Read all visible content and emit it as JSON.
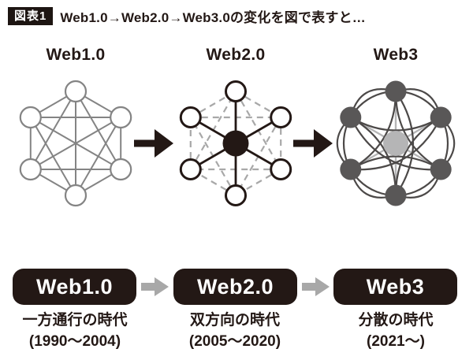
{
  "header": {
    "badge": "図表1",
    "title": "Web1.0→Web2.0→Web3.0の変化を図で表すと…"
  },
  "diagrams": [
    {
      "label": "Web1.0",
      "style": "full-mesh-gray-nodes"
    },
    {
      "label": "Web2.0",
      "style": "central-black-hub-dashed-ring"
    },
    {
      "label": "Web3",
      "style": "sphere-dark-nodes-light-center"
    }
  ],
  "transition_arrows": {
    "count": 2,
    "direction": "right",
    "color": "#231815"
  },
  "timeline": [
    {
      "pill": "Web1.0",
      "era": "一方通行の時代",
      "years": "(1990〜2004)"
    },
    {
      "pill": "Web2.0",
      "era": "双方向の時代",
      "years": "(2005〜2020)"
    },
    {
      "pill": "Web3",
      "era": "分散の時代",
      "years": "(2021〜)"
    }
  ],
  "timeline_arrows": {
    "count": 2,
    "direction": "right",
    "color": "#a8a8a8"
  },
  "colors": {
    "background": "#ffffff",
    "ink": "#231815",
    "badge_bg": "#1d1512",
    "badge_text": "#ffffff",
    "web1_gray": "#848484",
    "web2_dashed_gray": "#a8a8a8",
    "web3_node_dark": "#595757",
    "web3_arc": "#4c4948",
    "web3_light": "#b5b5b6",
    "pill_bg": "#231815",
    "pill_text": "#ffffff",
    "timeline_arrow_gray": "#a8a8a8"
  }
}
